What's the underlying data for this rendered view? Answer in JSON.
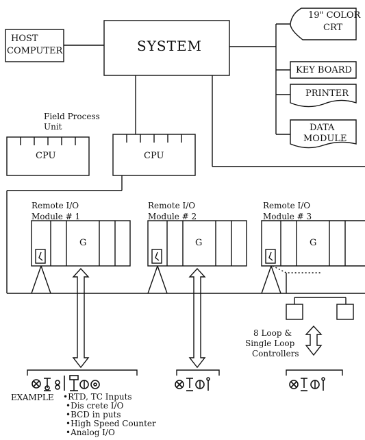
{
  "system": "SYSTEM",
  "host_computer": [
    "HOST",
    "COMPUTER"
  ],
  "crt": [
    "19\" COLOR",
    "CRT"
  ],
  "keyboard": "KEY BOARD",
  "printer": "PRINTER",
  "data_module": [
    "DATA",
    "MODULE"
  ],
  "field_process_unit": [
    "Field Process",
    "Unit"
  ],
  "cpus": [
    "CPU",
    "CPU"
  ],
  "remote_io": [
    {
      "line1": "Remote I/O",
      "line2": "Module  #  1",
      "gate": "G"
    },
    {
      "line1": "Remote I/O",
      "line2": "Module  #  2",
      "gate": "G"
    },
    {
      "line1": "Remote I/O",
      "line2": "Module  #  3",
      "gate": "G"
    }
  ],
  "loop_controllers": [
    "8  Loop &",
    "Single Loop",
    "Controllers"
  ],
  "example_title": "EXAMPLE",
  "example_items": [
    "•RTD, TC Inputs",
    "•Dis crete I/O",
    "•BCD in puts",
    "•High Speed Counter",
    "•Analog I/O"
  ]
}
